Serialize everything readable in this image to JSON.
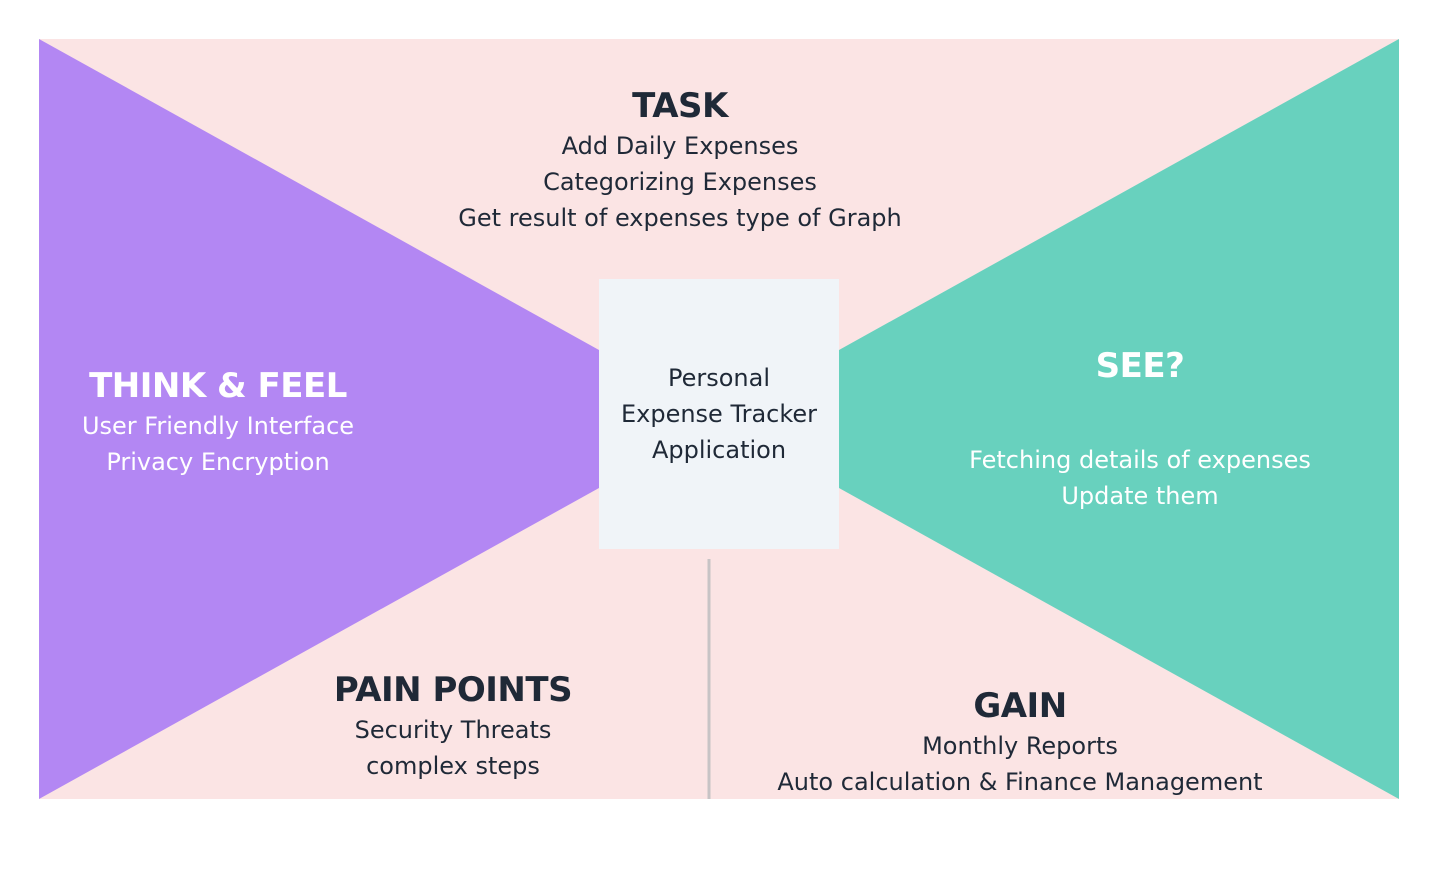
{
  "colors": {
    "background_pink": "#fbe4e4",
    "think_purple": "#b387f3",
    "see_teal": "#68d1be",
    "center_box": "#f0f4f8",
    "divider": "#c7c3c5",
    "dark_text": "#1f2937",
    "light_text": "#ffffff"
  },
  "center": {
    "lines": [
      "Personal",
      "Expense Tracker",
      "Application"
    ]
  },
  "task": {
    "title": "TASK",
    "items": [
      "Add Daily Expenses",
      "Categorizing Expenses",
      "Get result of expenses type of Graph"
    ]
  },
  "think_feel": {
    "title": "THINK & FEEL",
    "items": [
      "User Friendly Interface",
      "Privacy Encryption"
    ]
  },
  "see": {
    "title": "SEE?",
    "items": [
      "Fetching details of expenses",
      "Update them"
    ]
  },
  "pain_points": {
    "title": "PAIN POINTS",
    "items": [
      "Security Threats",
      "complex steps"
    ]
  },
  "gain": {
    "title": "GAIN",
    "items": [
      "Monthly Reports",
      "Auto calculation & Finance Management"
    ]
  }
}
